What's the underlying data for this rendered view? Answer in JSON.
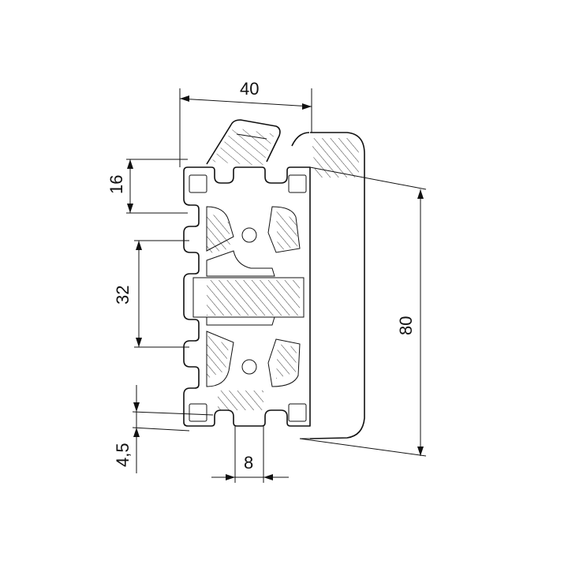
{
  "dimensions": {
    "width_label": "40",
    "height_label": "80",
    "slot_pitch_label": "32",
    "top_offset_label": "16",
    "wall_label": "4,5",
    "slot_width_label": "8"
  },
  "colors": {
    "line": "#111111",
    "background": "#ffffff"
  }
}
